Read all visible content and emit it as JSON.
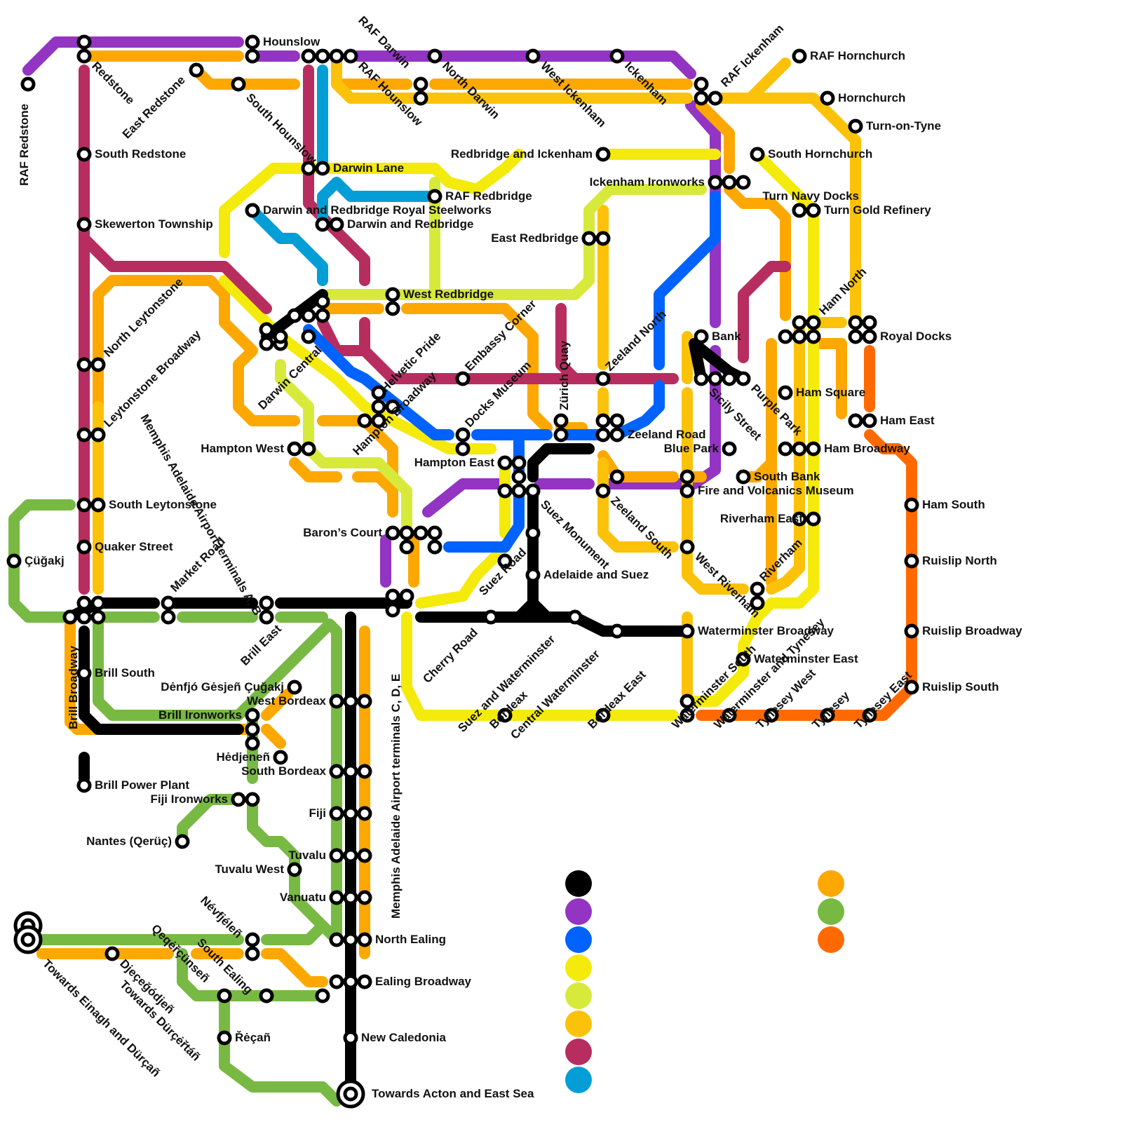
{
  "lines": {
    "black": "#000000",
    "purple": "#9334c3",
    "blue": "#0062ff",
    "yellow": "#f4ea0c",
    "lime": "#d7ea3c",
    "amber": "#fbc209",
    "crimson": "#b82d5f",
    "cyan": "#049ed6",
    "orange": "#fda800",
    "green": "#78b944",
    "redorange": "#ff6a00"
  },
  "legend_colors": [
    "#000000",
    "#9334c3",
    "#0062ff",
    "#f4ea0c",
    "#d7ea3c",
    "#fbc209",
    "#b82d5f",
    "#049ed6",
    "#fda800",
    "#78b944",
    "#ff6a00"
  ],
  "stations": [
    {
      "name": "RAF Redstone"
    },
    {
      "name": "Redstone"
    },
    {
      "name": "East Redstone"
    },
    {
      "name": "Hounslow"
    },
    {
      "name": "South Hounslow"
    },
    {
      "name": "RAF Darwin"
    },
    {
      "name": "RAF Hounslow"
    },
    {
      "name": "North Darwin"
    },
    {
      "name": "West Ickenham"
    },
    {
      "name": "Ickenham"
    },
    {
      "name": "RAF Ickenham"
    },
    {
      "name": "RAF Hornchurch"
    },
    {
      "name": "Hornchurch"
    },
    {
      "name": "Turn-on-Tyne"
    },
    {
      "name": "South Hornchurch"
    },
    {
      "name": "South Redstone"
    },
    {
      "name": "Darwin Lane"
    },
    {
      "name": "Redbridge and Ickenham"
    },
    {
      "name": "Ickenham Ironworks"
    },
    {
      "name": "RAF Redbridge"
    },
    {
      "name": "Turn Navy Docks"
    },
    {
      "name": "Darwin and Redbridge Royal Steelworks"
    },
    {
      "name": "Turn Gold Refinery"
    },
    {
      "name": "Skewerton Township"
    },
    {
      "name": "Darwin and Redbridge"
    },
    {
      "name": "East Redbridge"
    },
    {
      "name": "Ham North"
    },
    {
      "name": "North Leytonstone"
    },
    {
      "name": "West Redbridge"
    },
    {
      "name": "Embassy Corner"
    },
    {
      "name": "Zürich Quay"
    },
    {
      "name": "Zeeland North"
    },
    {
      "name": "Bank"
    },
    {
      "name": "Royal Docks"
    },
    {
      "name": "Leytonstone Broadway"
    },
    {
      "name": "Darwin Central"
    },
    {
      "name": "Helvetic Pride"
    },
    {
      "name": "Hampton Broadway"
    },
    {
      "name": "Docks Museum"
    },
    {
      "name": "Sicily Street"
    },
    {
      "name": "Purple Park"
    },
    {
      "name": "Ham Square"
    },
    {
      "name": "Memphis Adelaide Airport terminals A, B"
    },
    {
      "name": "Ham East"
    },
    {
      "name": "Hampton West"
    },
    {
      "name": "Zeeland Road"
    },
    {
      "name": "Blue Park"
    },
    {
      "name": "Ham Broadway"
    },
    {
      "name": "Hampton East"
    },
    {
      "name": "South Bank"
    },
    {
      "name": "Fire and Volcanics Museum"
    },
    {
      "name": "South Leytonstone"
    },
    {
      "name": "Ham South"
    },
    {
      "name": "Riverham East"
    },
    {
      "name": "Baron’s Court"
    },
    {
      "name": "Suez Monument"
    },
    {
      "name": "Zeeland South"
    },
    {
      "name": "Quaker Street"
    },
    {
      "name": "Çüğakj"
    },
    {
      "name": "Ruislip North"
    },
    {
      "name": "Market Road"
    },
    {
      "name": "Suez Road"
    },
    {
      "name": "Adelaide and Suez"
    },
    {
      "name": "West Riverham"
    },
    {
      "name": "Riverham"
    },
    {
      "name": "Brill East"
    },
    {
      "name": "Cherry Road"
    },
    {
      "name": "Suez and Waterminster"
    },
    {
      "name": "Central Waterminster"
    },
    {
      "name": "Waterminster Broadway"
    },
    {
      "name": "Ruislip Broadway"
    },
    {
      "name": "Brill Broadway"
    },
    {
      "name": "Waterminster East"
    },
    {
      "name": "Brill South"
    },
    {
      "name": "Memphis Adelaide Airport terminals C, D, E"
    },
    {
      "name": "Dėnfjó Gėsjeñ Çuğakj"
    },
    {
      "name": "Ruislip South"
    },
    {
      "name": "West Bordeax"
    },
    {
      "name": "Brill Ironworks"
    },
    {
      "name": "Bordeax"
    },
    {
      "name": "Bordeax East"
    },
    {
      "name": "Waterminster South"
    },
    {
      "name": "Waterminster and Tynesey"
    },
    {
      "name": "Tynesey West"
    },
    {
      "name": "Tynesey"
    },
    {
      "name": "Tynesey East"
    },
    {
      "name": "Hėdjeneñ"
    },
    {
      "name": "South Bordeax"
    },
    {
      "name": "Brill Power Plant"
    },
    {
      "name": "Fiji Ironworks"
    },
    {
      "name": "Fiji"
    },
    {
      "name": "Nantes (Qerüç)"
    },
    {
      "name": "Tuvalu"
    },
    {
      "name": "Tuvalu West"
    },
    {
      "name": "Vanuatu"
    },
    {
      "name": "Névfjéleñ"
    },
    {
      "name": "North Ealing"
    },
    {
      "name": "Qeqėřçünseñ"
    },
    {
      "name": "South Ealing"
    },
    {
      "name": "Djeçeğódjeñ"
    },
    {
      "name": "Ealing Broadway"
    },
    {
      "name": "Towards Dürçėřtáñ"
    },
    {
      "name": "Řėçañ"
    },
    {
      "name": "New Caledonia"
    },
    {
      "name": "Towards Einagh and Dürçañ"
    },
    {
      "name": "Towards Acton and East Sea"
    }
  ]
}
